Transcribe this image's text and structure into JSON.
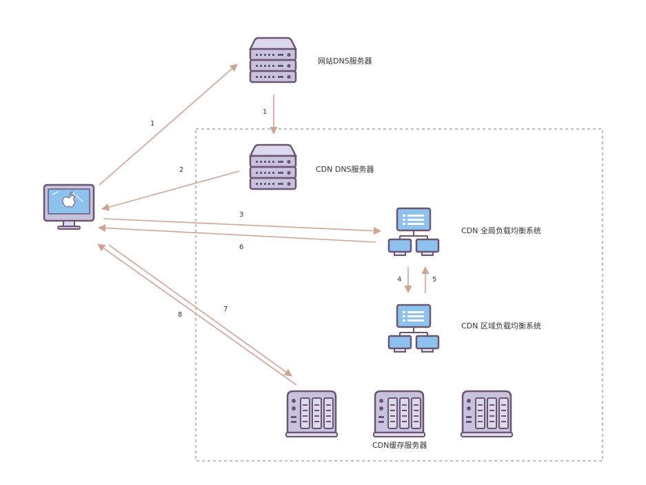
{
  "colors": {
    "arrow": "#d1a395",
    "outline": "#6b5470",
    "body": "#c7c2dd",
    "body_light": "#ddd9ec",
    "screen": "#7fb4e8",
    "dashed_border": "#999999"
  },
  "nodes": {
    "site_dns": {
      "label": "网站DNS服务器",
      "icon": "server-rack-icon"
    },
    "cdn_dns": {
      "label": "CDN DNS服务器",
      "icon": "server-rack-icon"
    },
    "global_lb": {
      "label": "CDN 全局负载均衡系统",
      "icon": "network-hub-icon"
    },
    "regional_lb": {
      "label": "CDN 区域负载均衡系统",
      "icon": "network-hub-icon"
    },
    "cache": {
      "label": "CDN缓存服务器",
      "icon": "storage-server-icon"
    },
    "client": {
      "icon": "imac-computer-icon"
    }
  },
  "steps": [
    "1",
    "1",
    "2",
    "3",
    "6",
    "4",
    "5",
    "7",
    "8"
  ]
}
